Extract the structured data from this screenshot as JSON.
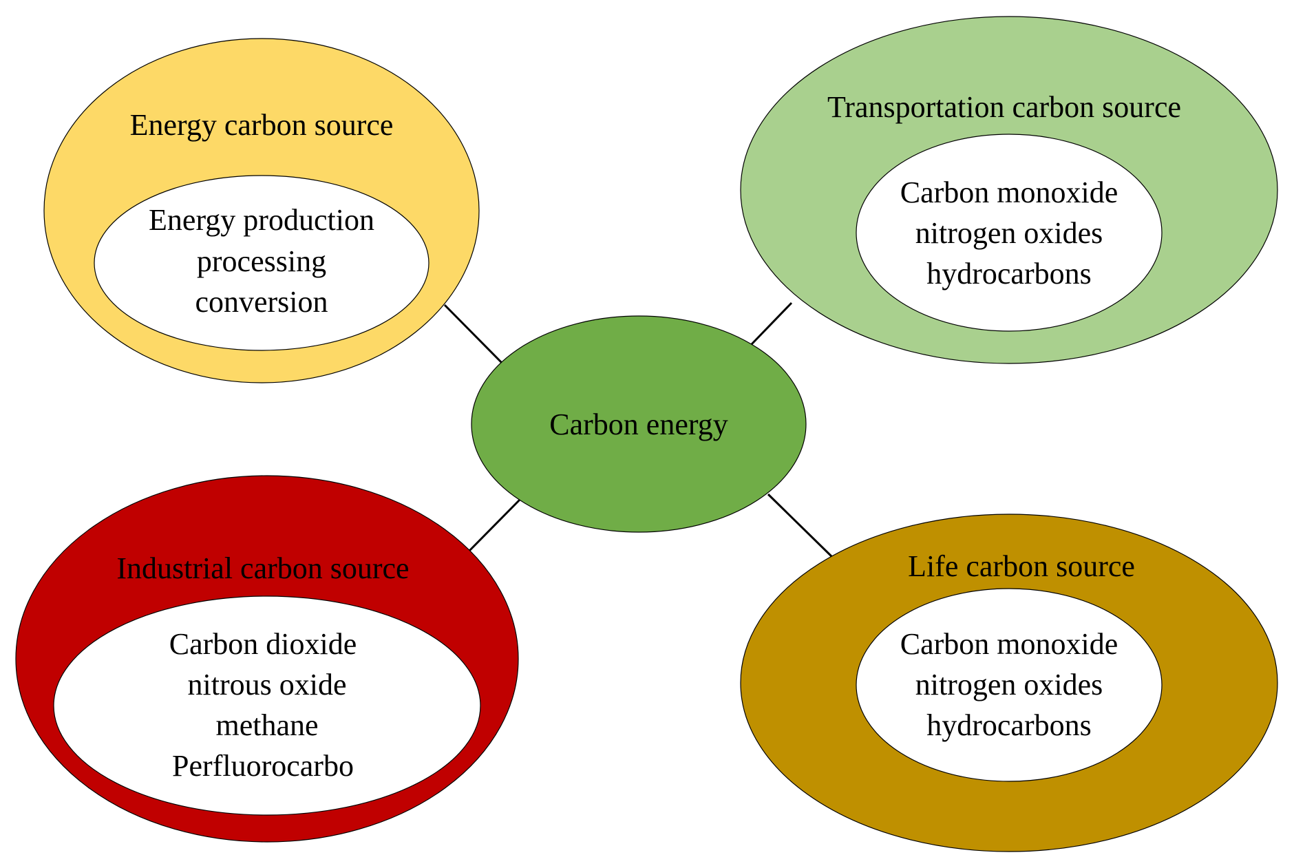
{
  "center": {
    "label": "Carbon energy",
    "color": "#70ad47"
  },
  "sources": [
    {
      "id": "energy",
      "title": "Energy carbon source",
      "color": "#fdd967",
      "items": [
        "Energy production",
        "processing",
        "conversion"
      ]
    },
    {
      "id": "transportation",
      "title": "Transportation carbon source",
      "color": "#a9d08e",
      "items": [
        "Carbon monoxide",
        "nitrogen oxides",
        "hydrocarbons"
      ]
    },
    {
      "id": "industrial",
      "title": "Industrial carbon source",
      "color": "#c00000",
      "items": [
        "Carbon dioxide",
        "nitrous oxide",
        "methane",
        "Perfluorocarbo"
      ]
    },
    {
      "id": "life",
      "title": "Life carbon source",
      "color": "#bf9000",
      "items": [
        "Carbon monoxide",
        "nitrogen oxides",
        "hydrocarbons"
      ]
    }
  ],
  "inner_color": "#ffffff"
}
